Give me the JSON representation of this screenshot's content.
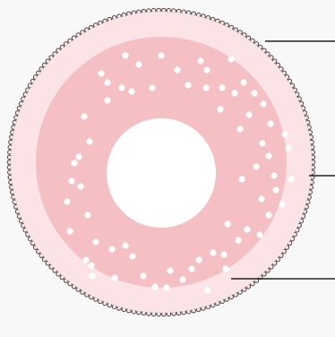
{
  "diagram": {
    "colors": {
      "background": "#f8f8f8",
      "outer_ring": "#fce4e6",
      "inner_tissue": "#f4c0c4",
      "lumen": "#ffffff",
      "granules": "#ffffff",
      "bead_border": "#4a4a4a",
      "leader_line": "#222222"
    },
    "callouts": [
      {
        "target": "beaded-outer-edge",
        "text": ""
      },
      {
        "target": "pale-outer-layer",
        "text": ""
      },
      {
        "target": "granular-inner-layer",
        "text": ""
      }
    ],
    "granule_count": 68
  }
}
